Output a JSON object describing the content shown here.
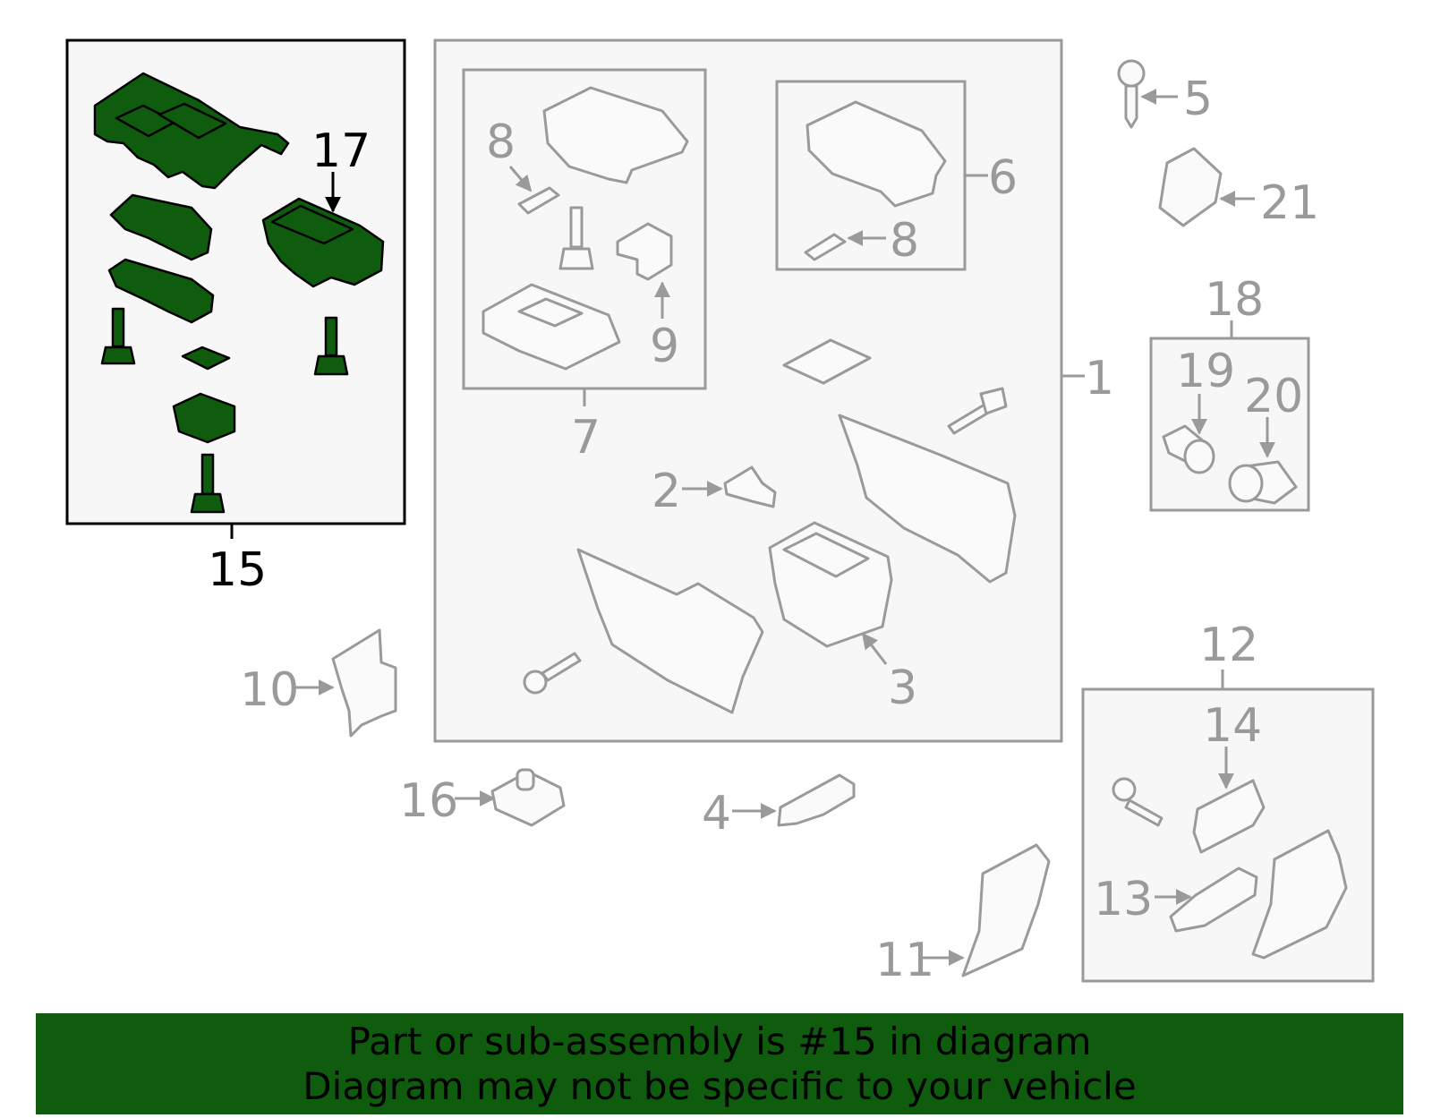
{
  "callouts": {
    "c1": "1",
    "c2": "2",
    "c3": "3",
    "c4": "4",
    "c5": "5",
    "c6": "6",
    "c7": "7",
    "c8a": "8",
    "c8b": "8",
    "c9": "9",
    "c10": "10",
    "c11": "11",
    "c12": "12",
    "c13": "13",
    "c14": "14",
    "c15": "15",
    "c16": "16",
    "c17": "17",
    "c18": "18",
    "c19": "19",
    "c20": "20",
    "c21": "21"
  },
  "highlight_part": "15",
  "colors": {
    "highlight": "#0f5c0f",
    "outline_gray": "#9a9a9a",
    "banner_bg": "#0f5c0f"
  },
  "banner": {
    "line1": "Part or sub-assembly is #15 in diagram",
    "line2": "Diagram may not be specific to your vehicle"
  }
}
